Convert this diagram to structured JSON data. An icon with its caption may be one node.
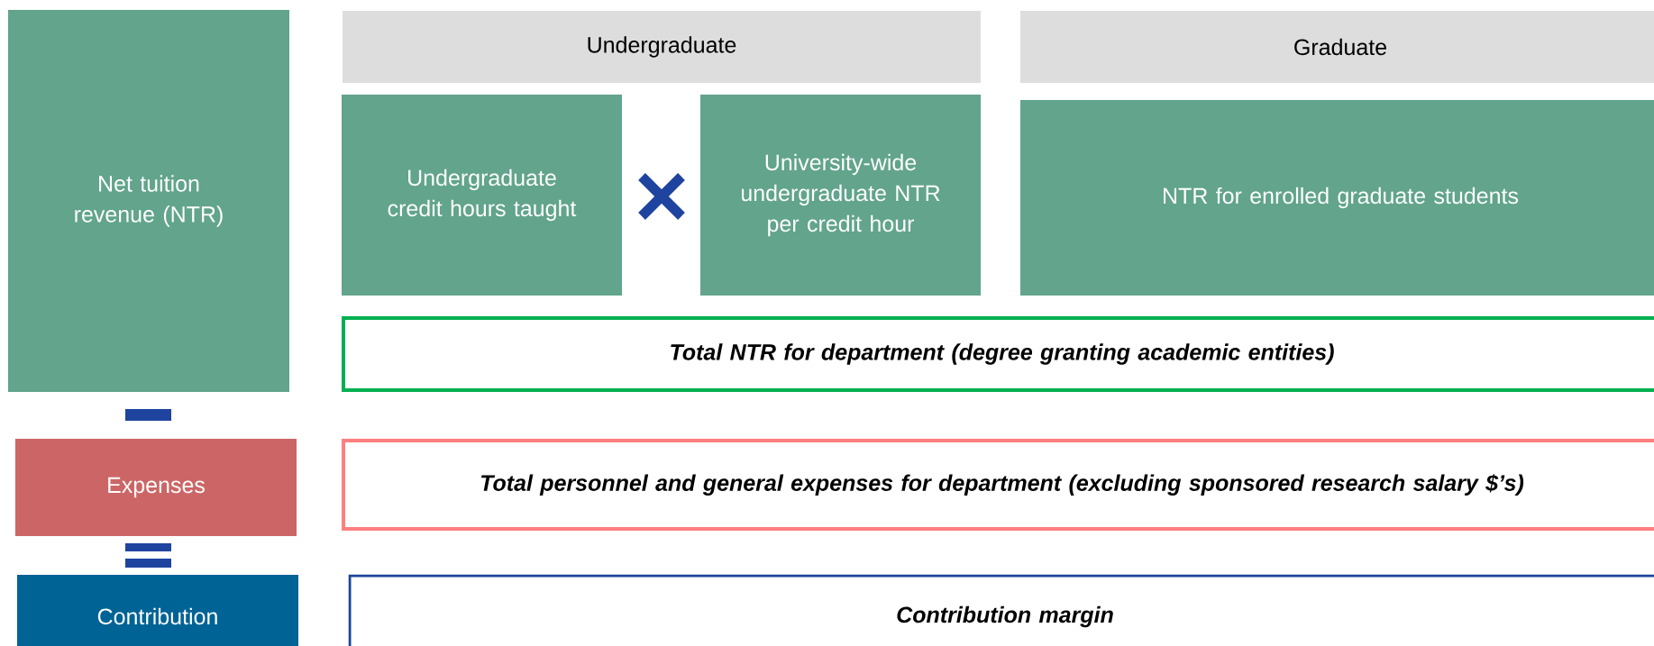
{
  "diagram": {
    "nodes": [
      {
        "text": [
          "Net tuition revenue (NTR)"
        ]
      },
      {
        "text": [
          "Undergraduate"
        ]
      },
      {
        "text": [
          "Graduate"
        ]
      },
      {
        "text": [
          "Undergraduate credit hours taught"
        ]
      },
      {
        "text": [
          "University-wide undergraduate NTR per credit hour"
        ]
      },
      {
        "text": [
          "NTR for enrolled graduate students"
        ]
      },
      {
        "text": [
          "Total NTR for department (degree granting academic entities)"
        ]
      },
      {
        "text": [
          "Expenses"
        ]
      },
      {
        "text": [
          "Total personnel and general expenses for department (excluding sponsored research salary $’s)"
        ]
      },
      {
        "text": [
          "Contribution"
        ]
      },
      {
        "text": [
          "Contribution margin"
        ]
      }
    ]
  }
}
